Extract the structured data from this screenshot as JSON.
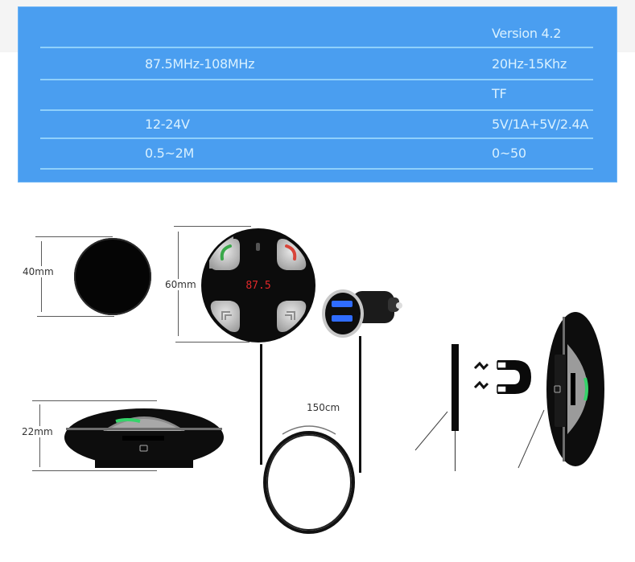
{
  "spec_table": {
    "background_color": "#4a9ef0",
    "rule_color": "#8fd0fb",
    "text_color": "#d9f1ff",
    "rows": [
      {
        "left": "",
        "right": "Version 4.2"
      },
      {
        "left": "87.5MHz-108MHz",
        "right": "20Hz-15Khz"
      },
      {
        "left": "",
        "right": "TF"
      },
      {
        "left": "12-24V",
        "right": "5V/1A+5V/2.4A"
      },
      {
        "left": "0.5~2M",
        "right": "0~50"
      }
    ]
  },
  "diagram": {
    "magnet_pad": {
      "dimension_label": "40mm"
    },
    "transmitter_front": {
      "dimension_label": "60mm",
      "display_value": "87.5"
    },
    "transmitter_side": {
      "dimension_label": "22mm"
    },
    "cable": {
      "length_label": "150cm"
    },
    "colors": {
      "device_black": "#111111",
      "button_grey": "#c9c9c9",
      "accept_call_green": "#3aa84a",
      "end_call_red": "#d8453a",
      "display_red": "#e0282a",
      "usb_blue": "#2f6cff"
    }
  }
}
